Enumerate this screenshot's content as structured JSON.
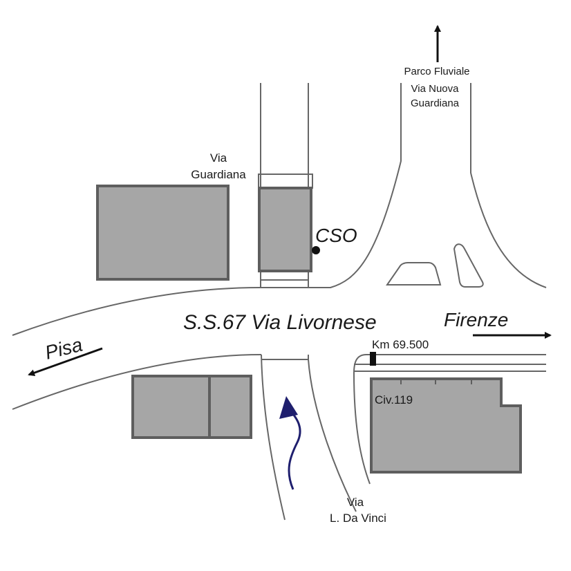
{
  "labels": {
    "parco_fluviale": "Parco Fluviale",
    "via_nuova_1": "Via Nuova",
    "via_nuova_2": "Guardiana",
    "via_guardiana_1": "Via",
    "via_guardiana_2": "Guardiana",
    "cso": "CSO",
    "main_road": "S.S.67 Via Livornese",
    "firenze": "Firenze",
    "pisa": "Pisa",
    "km": "Km 69.500",
    "civ": "Civ.119",
    "via_davinci_1": "Via",
    "via_davinci_2": "L. Da Vinci"
  },
  "colors": {
    "road_line": "#666666",
    "building_fill": "#a6a6a6",
    "building_stroke": "#5e5e5e",
    "arrow_black": "#111111",
    "route_arrow": "#1f1f6e"
  }
}
